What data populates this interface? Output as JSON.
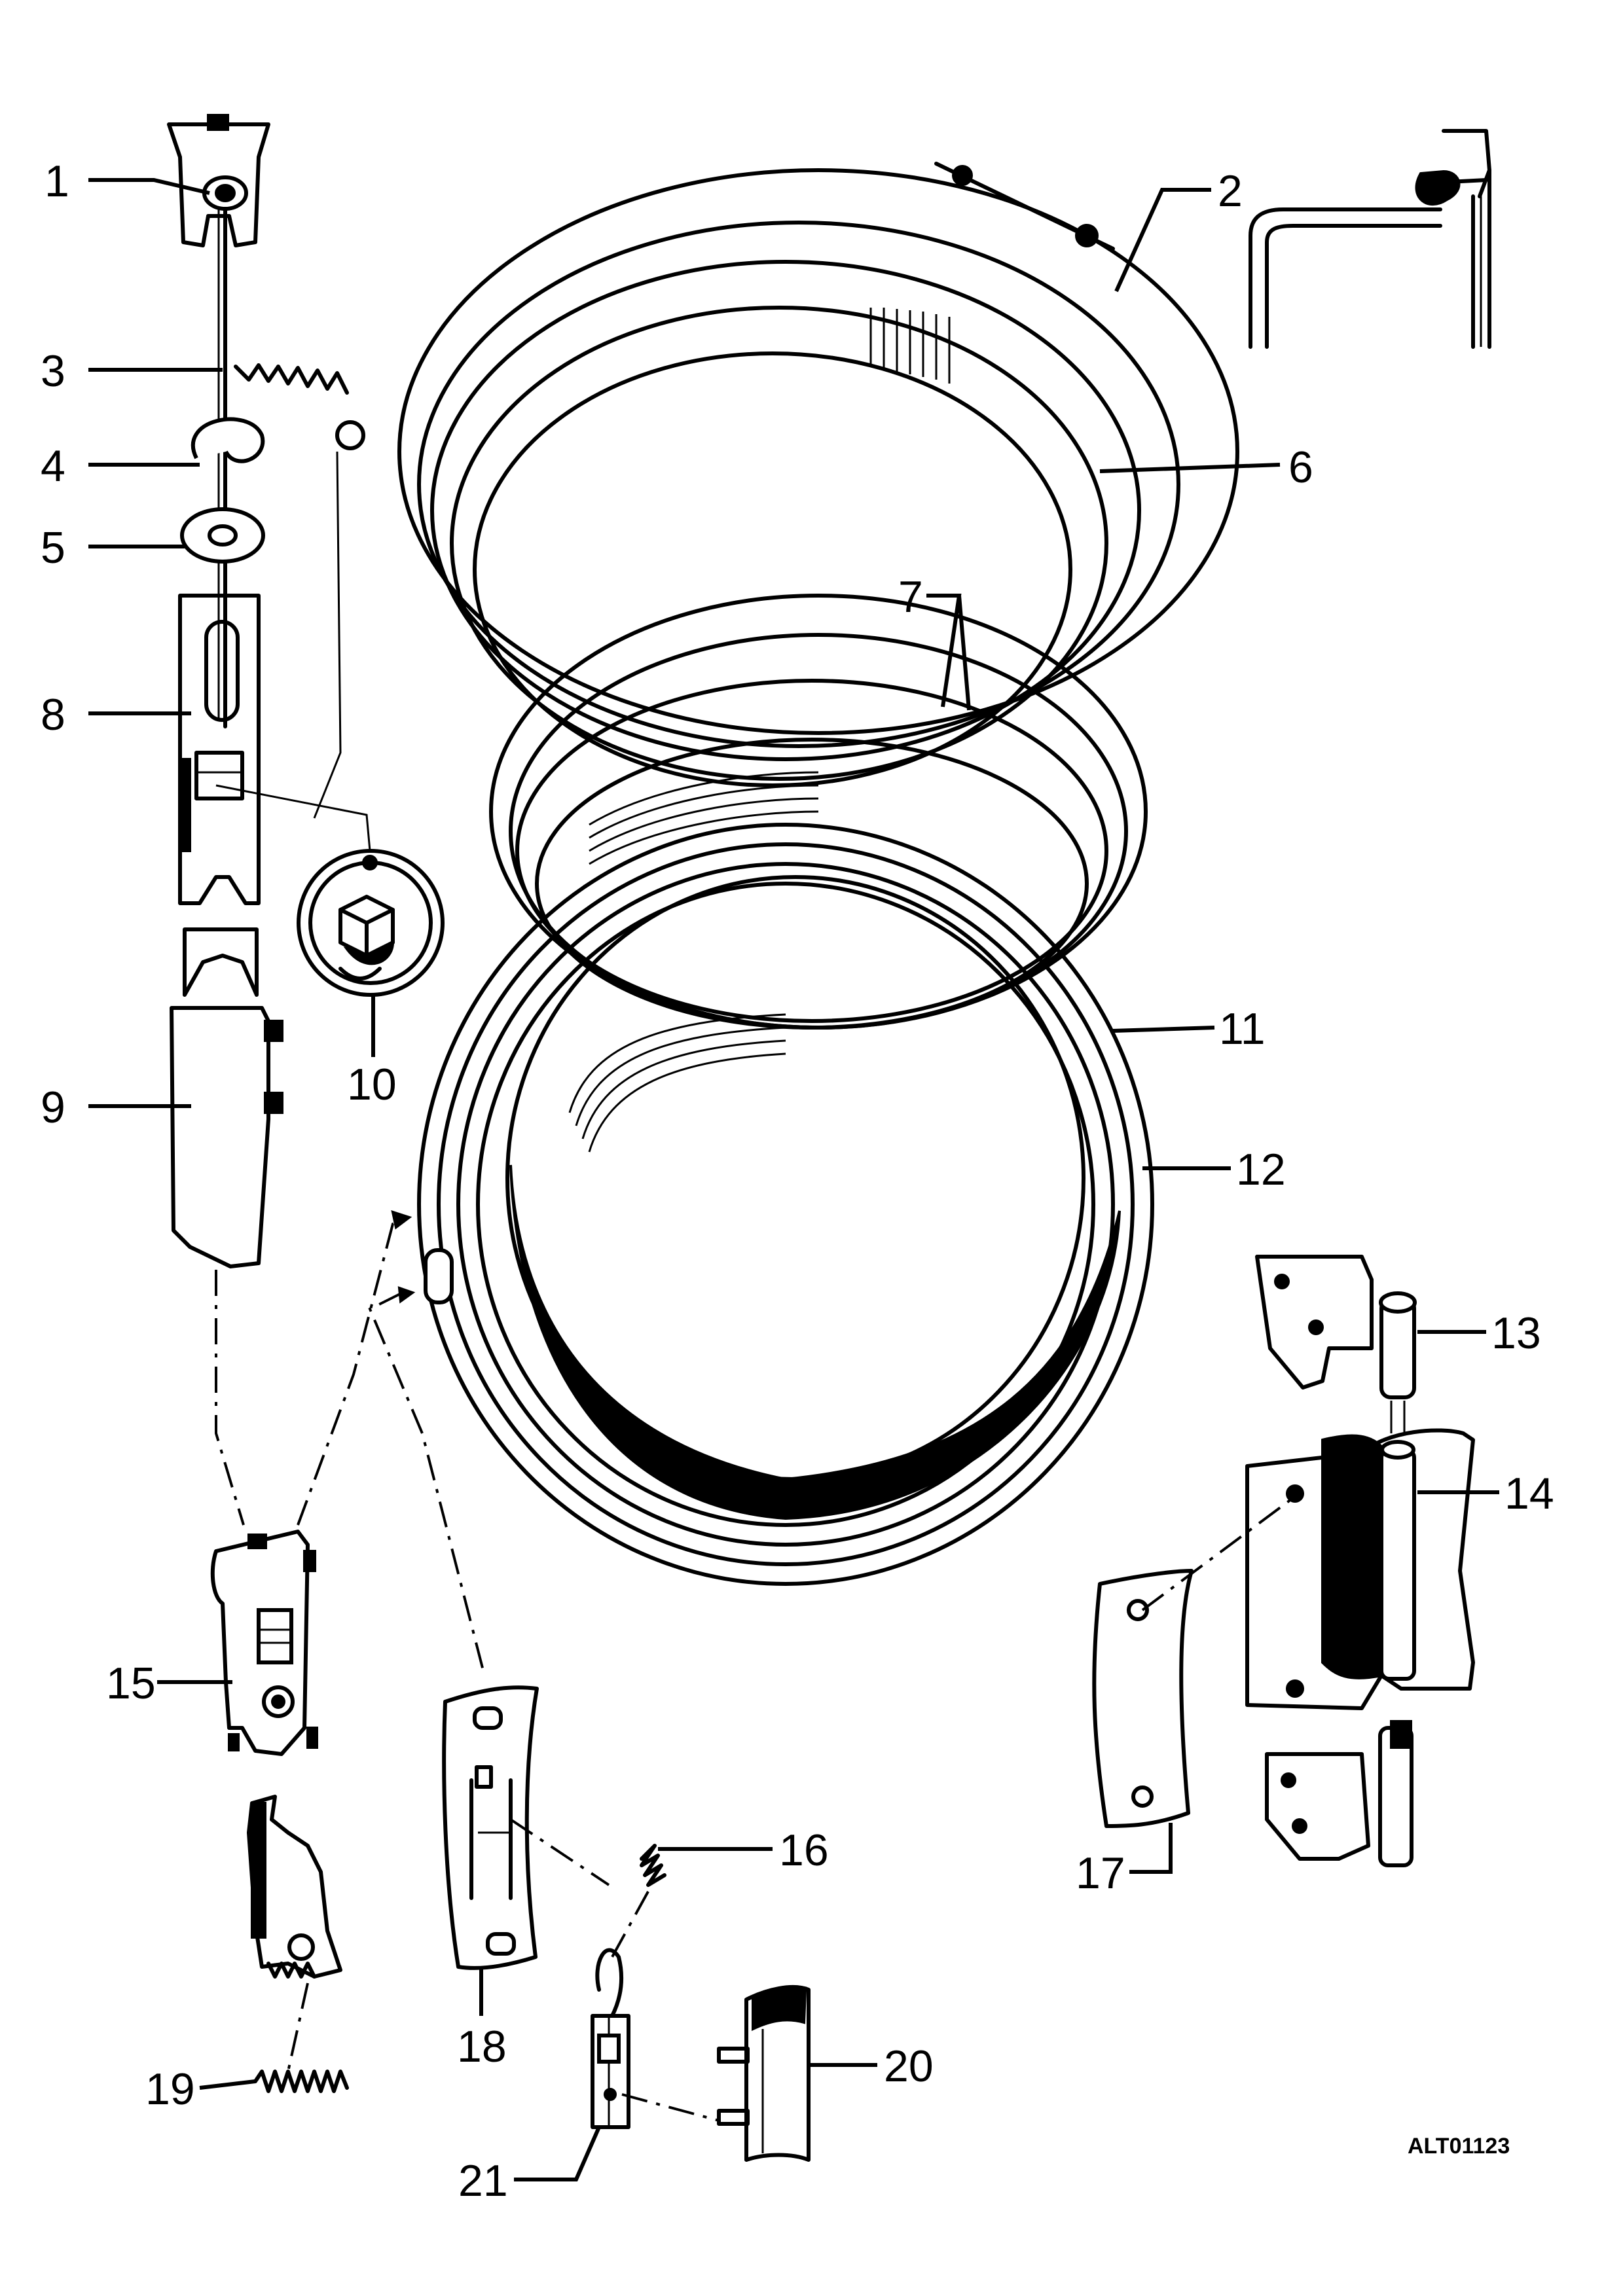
{
  "diagram_code": "ALT01123",
  "callouts": [
    {
      "id": "1",
      "label": "1"
    },
    {
      "id": "2",
      "label": "2"
    },
    {
      "id": "3",
      "label": "3"
    },
    {
      "id": "4",
      "label": "4"
    },
    {
      "id": "5",
      "label": "5"
    },
    {
      "id": "6",
      "label": "6"
    },
    {
      "id": "7",
      "label": "7"
    },
    {
      "id": "8",
      "label": "8"
    },
    {
      "id": "9",
      "label": "9"
    },
    {
      "id": "10",
      "label": "10"
    },
    {
      "id": "11",
      "label": "11"
    },
    {
      "id": "12",
      "label": "12"
    },
    {
      "id": "13",
      "label": "13"
    },
    {
      "id": "14",
      "label": "14"
    },
    {
      "id": "15",
      "label": "15"
    },
    {
      "id": "16",
      "label": "16"
    },
    {
      "id": "17",
      "label": "17"
    },
    {
      "id": "18",
      "label": "18"
    },
    {
      "id": "19",
      "label": "19"
    },
    {
      "id": "20",
      "label": "20"
    },
    {
      "id": "21",
      "label": "21"
    }
  ]
}
